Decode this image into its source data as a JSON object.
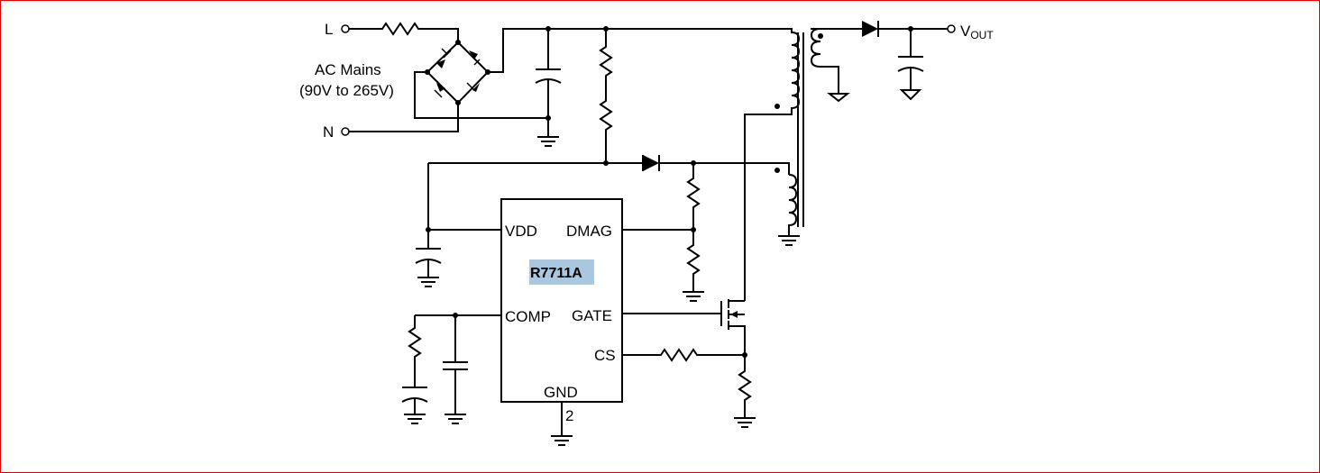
{
  "terminals": {
    "line": "L",
    "neutral": "N",
    "vout_main": "V",
    "vout_sub": "OUT"
  },
  "mains": {
    "line1": "AC Mains",
    "line2": "(90V to 265V)"
  },
  "ic": {
    "part_number": "R7711A",
    "pins": {
      "vdd": "VDD",
      "dmag": "DMAG",
      "comp": "COMP",
      "gate": "GATE",
      "cs": "CS",
      "gnd": "GND",
      "gnd_number": "2"
    }
  },
  "colors": {
    "border": "#e00000",
    "part_highlight": "#a9c8e0",
    "wire": "#000000"
  }
}
